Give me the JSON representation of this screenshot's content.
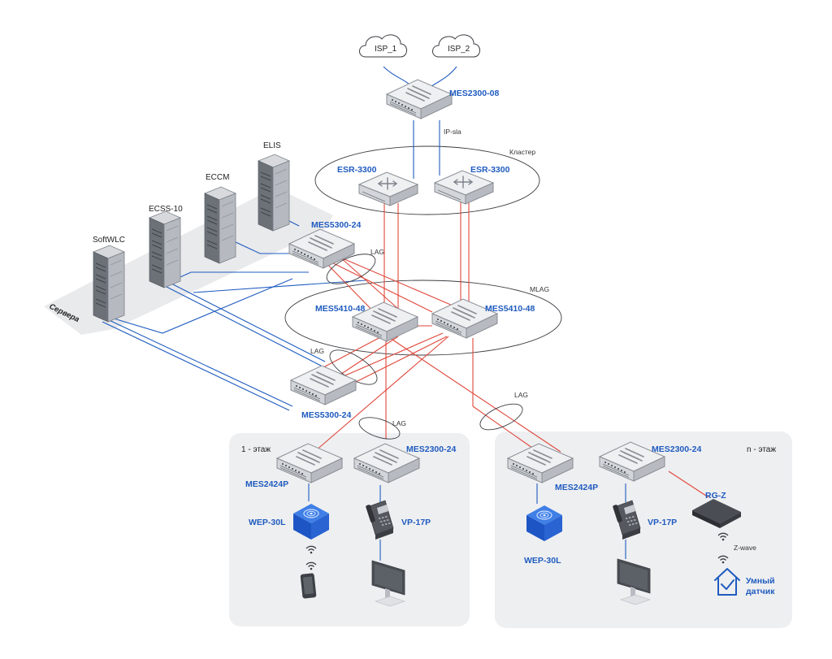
{
  "isp": {
    "isp1": "ISP_1",
    "isp2": "ISP_2"
  },
  "core_switch": {
    "name": "MES2300-08",
    "link_note": "IP-sla"
  },
  "cluster": {
    "label": "Кластер",
    "routers": [
      "ESR-3300",
      "ESR-3300"
    ]
  },
  "servers": {
    "rack_label": "Сервера",
    "items": [
      "ELIS",
      "ECCM",
      "ECSS-10",
      "SoftWLC"
    ]
  },
  "aggregation": {
    "server_switch_top": "MES5300-24",
    "server_switch_bottom": "MES5300-24",
    "mlag_label": "MLAG",
    "mlag_switches": [
      "MES5410-48",
      "MES5410-48"
    ],
    "lag_labels": [
      "LAG",
      "LAG",
      "LAG",
      "LAG"
    ]
  },
  "floor1": {
    "label": "1 - этаж",
    "access_poe": "MES2424P",
    "access": "MES2300-24",
    "ap": "WEP-30L",
    "phone": "VP-17P"
  },
  "floorn": {
    "label": "n - этаж",
    "access_poe": "MES2424P",
    "access": "MES2300-24",
    "ap": "WEP-30L",
    "phone": "VP-17P",
    "gateway": "RG-Z",
    "zwave": "Z-wave",
    "sensor_line1": "Умный",
    "sensor_line2": "датчик"
  },
  "colors": {
    "blue_link": "#1f5bbf",
    "red_link": "#e0473a",
    "label_blue": "#1f5bbf",
    "floor_bg": "#eeeff1",
    "rack_bg": "#e9eaec"
  },
  "icons": [
    "cloud-icon",
    "switch-icon",
    "router-icon",
    "server-icon",
    "access-point-icon",
    "ip-phone-icon",
    "monitor-icon",
    "smartphone-icon",
    "wifi-icon",
    "gateway-icon",
    "smart-home-icon"
  ]
}
